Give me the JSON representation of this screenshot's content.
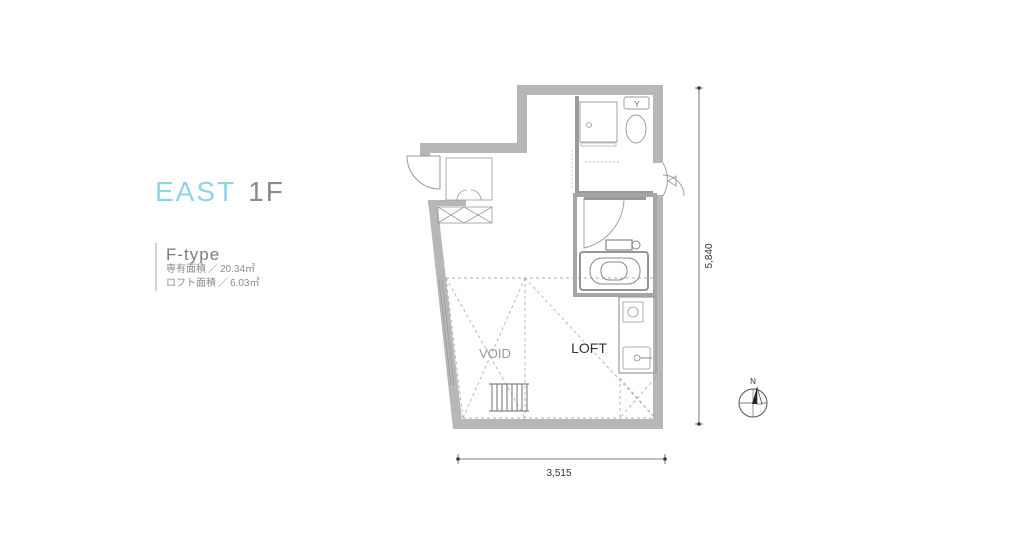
{
  "title": {
    "building": "EAST",
    "floor": "1F"
  },
  "unit_type": "F-type",
  "areas": [
    {
      "label": "専有面積",
      "separator": "／",
      "value": "20.34㎡"
    },
    {
      "label": "ロフト面積",
      "separator": "／",
      "value": "6.03㎡"
    }
  ],
  "room_labels": {
    "void": "VOID",
    "loft": "LOFT"
  },
  "dimensions": {
    "width": "3,515",
    "depth": "5,840"
  },
  "compass": {
    "north": "N"
  },
  "colors": {
    "title_accent": "#8fd3e8",
    "wall": "#b7b7b7",
    "text_gray": "#8c8c8c"
  }
}
